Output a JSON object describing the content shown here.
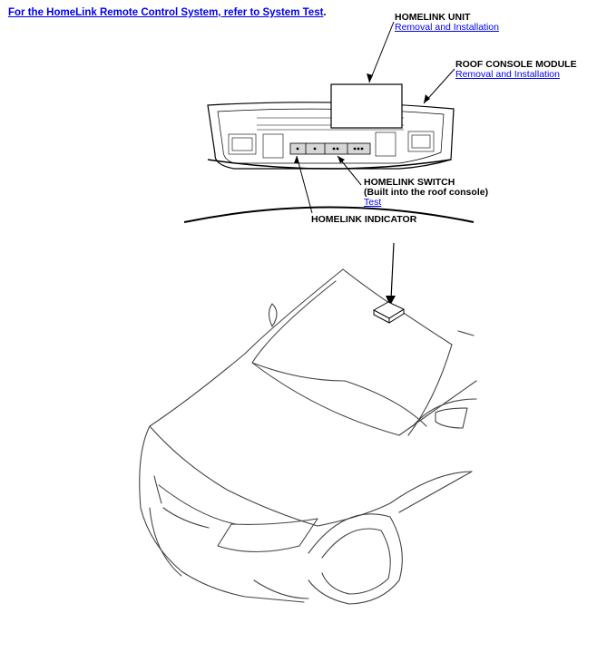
{
  "header": {
    "link_text": "For the HomeLink Remote Control System, refer to System Test",
    "trailing": "."
  },
  "callouts": {
    "homelink_unit": {
      "title": "HOMELINK UNIT",
      "link": "Removal and Installation"
    },
    "roof_console": {
      "title": "ROOF CONSOLE MODULE",
      "link": "Removal and Installation"
    },
    "homelink_switch": {
      "title": "HOMELINK SWITCH",
      "subtitle": "(Built into the roof console)",
      "link": "Test"
    },
    "homelink_indicator": {
      "title": "HOMELINK INDICATOR"
    }
  }
}
